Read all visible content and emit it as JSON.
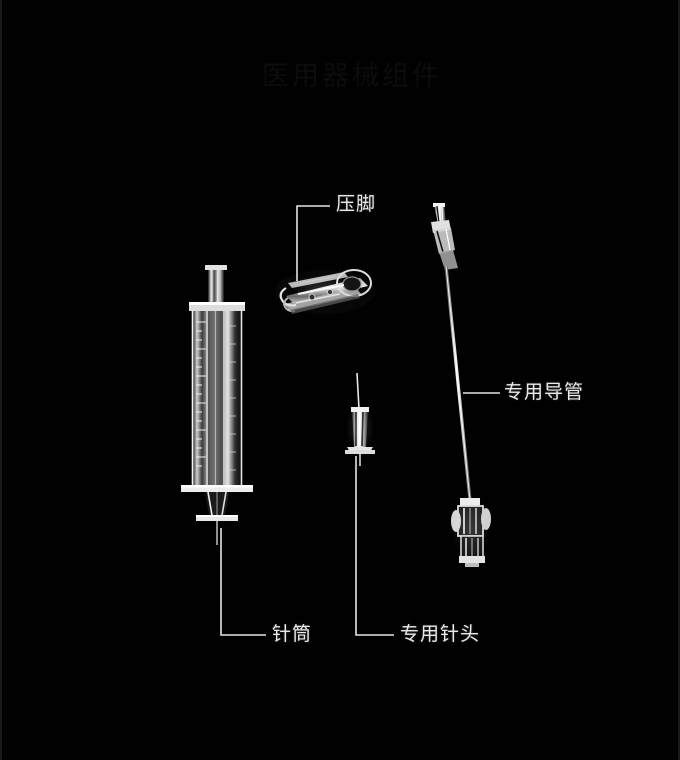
{
  "figure": {
    "background_color": "#010101",
    "stroke_color": "#e9e9e9",
    "title_watermark": "医用器械组件",
    "labels": {
      "pressure_foot": "压脚",
      "catheter": "专用导管",
      "syringe_barrel": "针筒",
      "needle": "专用针头"
    },
    "parts": [
      {
        "id": "syringe",
        "label": "针筒",
        "description": "graduated plastic syringe with plunger, barrel, finger flange and thumb rest"
      },
      {
        "id": "pressure-foot",
        "label": "压脚",
        "description": "small metal clamp / pressure foot assembly"
      },
      {
        "id": "needle",
        "label": "专用针头",
        "description": "dedicated needle with winged hub and thin cannula"
      },
      {
        "id": "catheter",
        "label": "专用导管",
        "description": "long dedicated catheter with luer hub at top and ribbed connector at bottom"
      }
    ],
    "leader_lines": [
      {
        "part": "pressure-foot",
        "shape": "L-shaped, horizontal top then vertical down to part"
      },
      {
        "part": "catheter",
        "shape": "short horizontal from shaft to label"
      },
      {
        "part": "syringe",
        "shape": "vertical down from barrel then horizontal right to label"
      },
      {
        "part": "needle",
        "shape": "vertical down from hub then horizontal right to label"
      }
    ]
  }
}
